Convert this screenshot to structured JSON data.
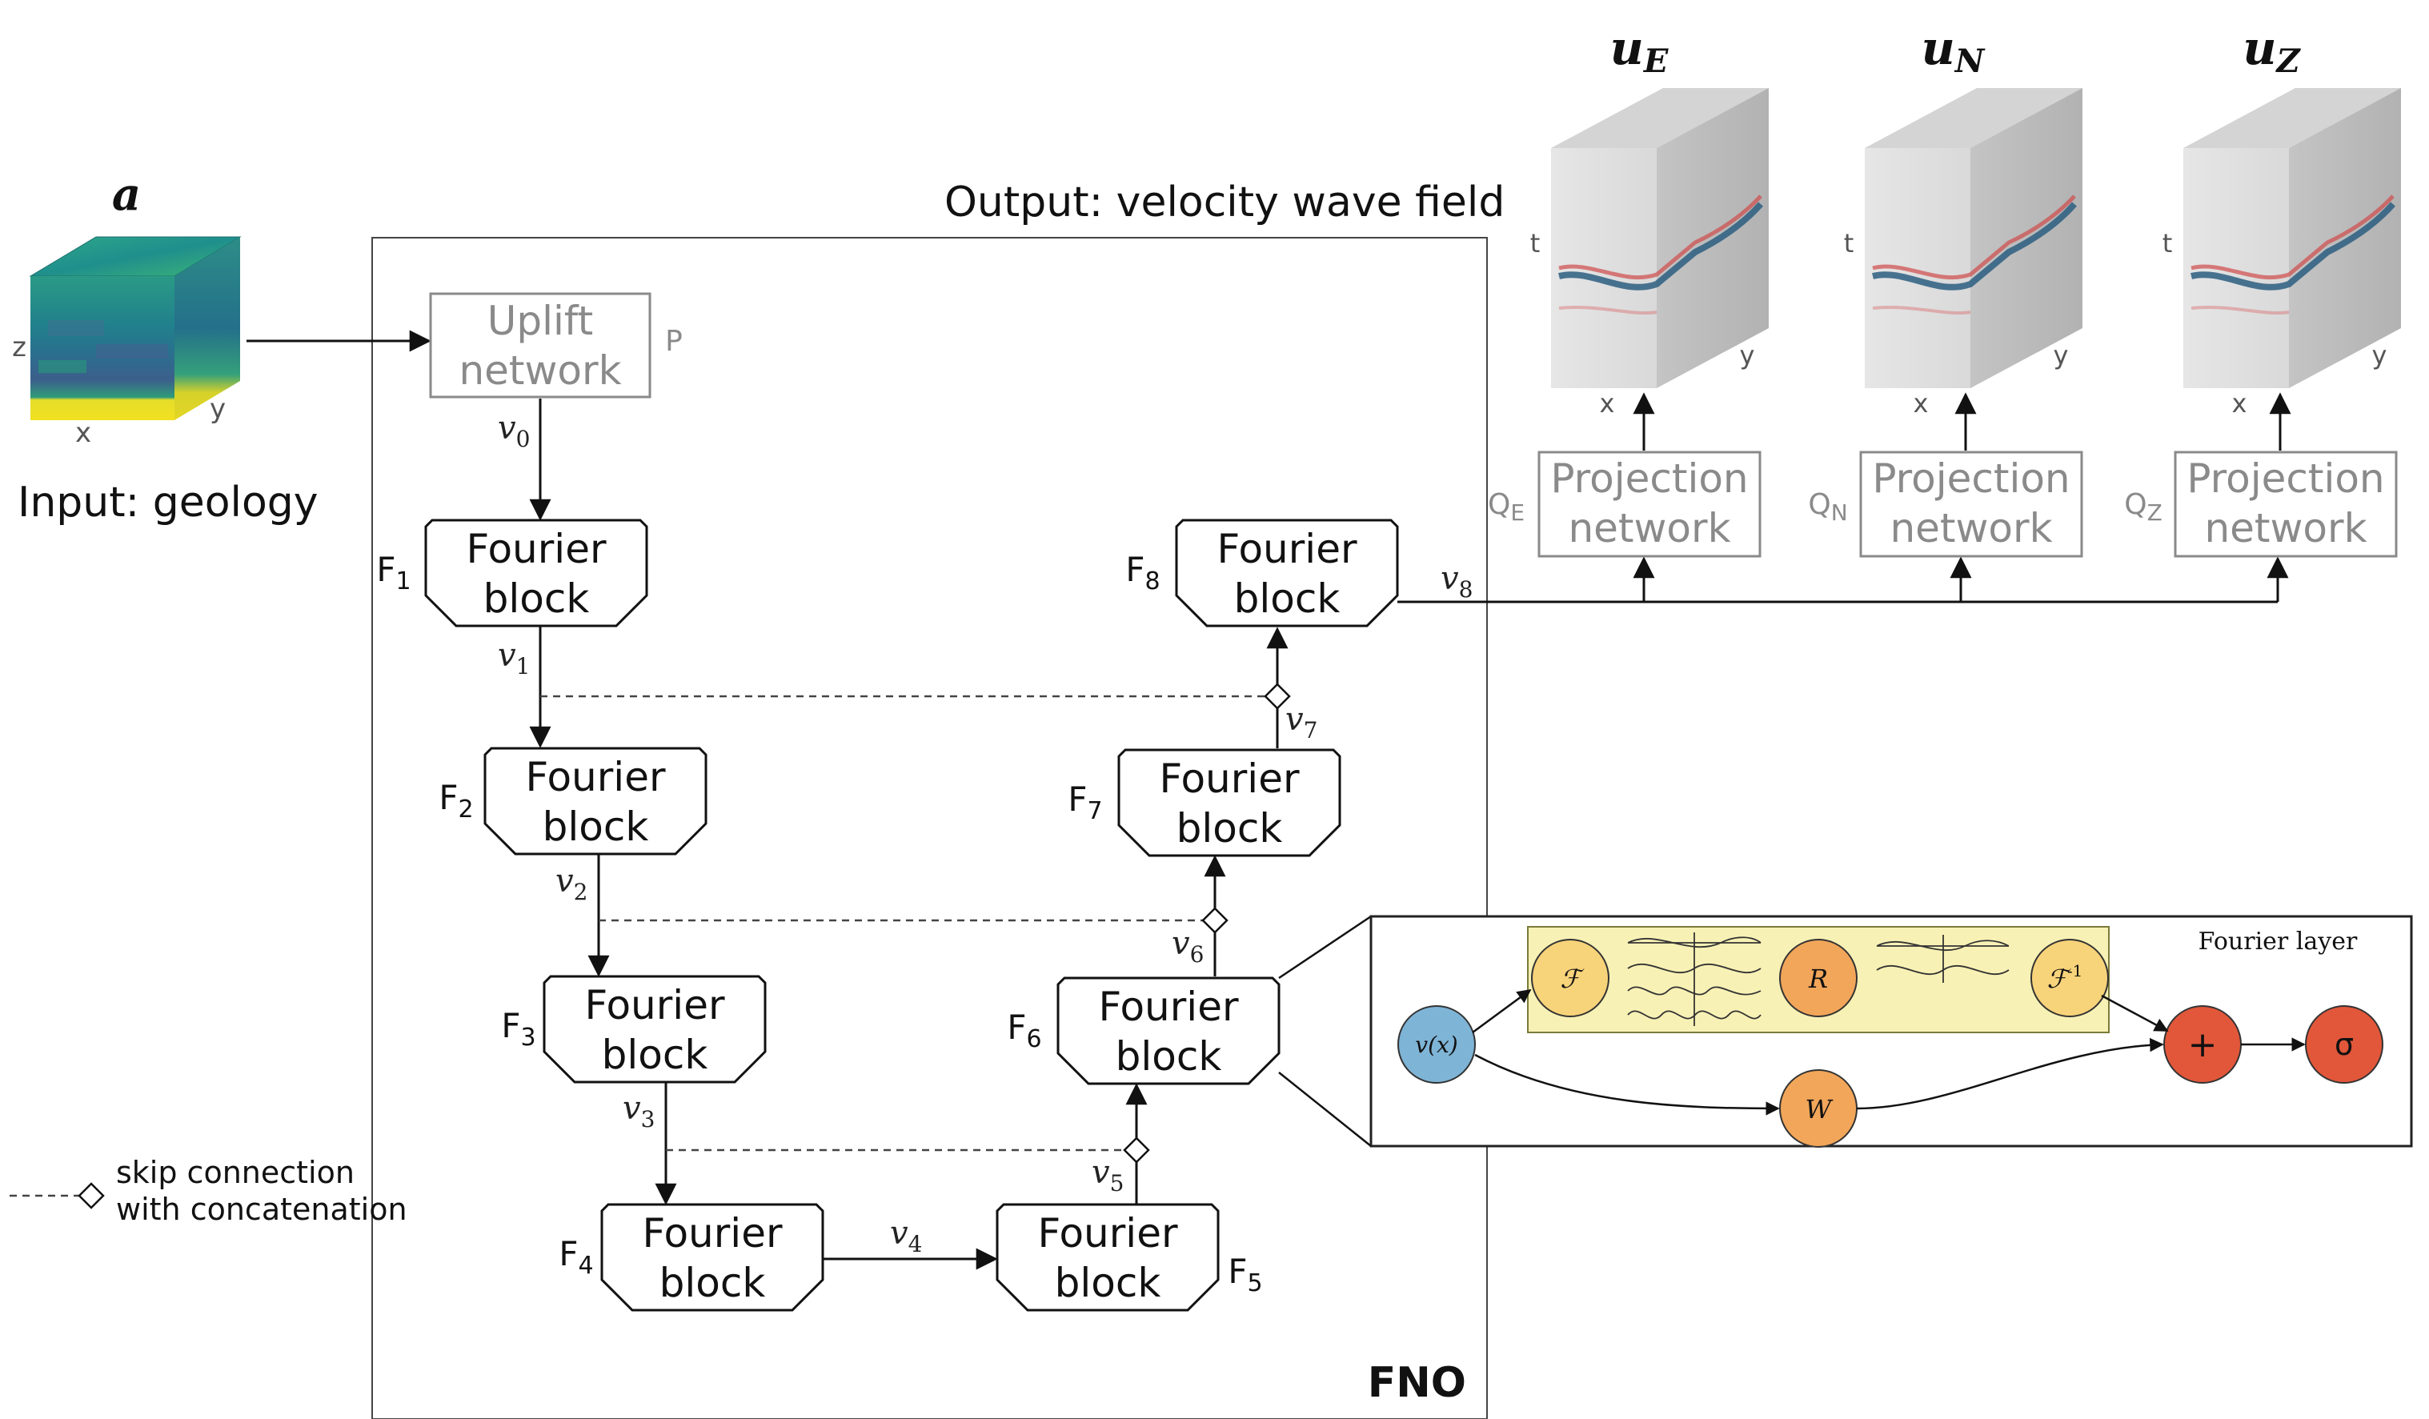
{
  "input": {
    "symbol": "a",
    "title": "Input: geology",
    "axes": {
      "z": "z",
      "x": "x",
      "y": "y"
    }
  },
  "output": {
    "title": "Output: velocity wave field",
    "components": [
      {
        "symbol": "u",
        "subscript": "E",
        "proj_label": "Q",
        "proj_sub": "E"
      },
      {
        "symbol": "u",
        "subscript": "N",
        "proj_label": "Q",
        "proj_sub": "N"
      },
      {
        "symbol": "u",
        "subscript": "Z",
        "proj_label": "Q",
        "proj_sub": "Z"
      }
    ],
    "cube_axes": {
      "t": "t",
      "x": "x",
      "y": "y"
    }
  },
  "uplift": {
    "line1": "Uplift",
    "line2": "network",
    "label": "P"
  },
  "projection": {
    "line1": "Projection",
    "line2": "network"
  },
  "fourier_block": {
    "line1": "Fourier",
    "line2": "block"
  },
  "blocks": [
    {
      "id": "F",
      "sub": "1"
    },
    {
      "id": "F",
      "sub": "2"
    },
    {
      "id": "F",
      "sub": "3"
    },
    {
      "id": "F",
      "sub": "4"
    },
    {
      "id": "F",
      "sub": "5"
    },
    {
      "id": "F",
      "sub": "6"
    },
    {
      "id": "F",
      "sub": "7"
    },
    {
      "id": "F",
      "sub": "8"
    }
  ],
  "edges": [
    {
      "v": "v",
      "sub": "0"
    },
    {
      "v": "v",
      "sub": "1"
    },
    {
      "v": "v",
      "sub": "2"
    },
    {
      "v": "v",
      "sub": "3"
    },
    {
      "v": "v",
      "sub": "4"
    },
    {
      "v": "v",
      "sub": "5"
    },
    {
      "v": "v",
      "sub": "6"
    },
    {
      "v": "v",
      "sub": "7"
    },
    {
      "v": "v",
      "sub": "8"
    }
  ],
  "legend": {
    "line1": "skip connection",
    "line2": "with concatenation"
  },
  "fno_label": "FNO",
  "fourier_layer": {
    "title": "Fourier layer",
    "input": "v(x)",
    "fft": "ℱ",
    "r": "R",
    "ifft": "ℱ",
    "ifft_sup": "-1",
    "w": "W",
    "plus": "+",
    "sigma": "σ"
  },
  "colors": {
    "line": "#111111",
    "gray": "#8a8a8a",
    "layer_highlight": "#f8f1b5",
    "node_orange": "#f2a65a",
    "node_yellow": "#f7d37a",
    "node_red": "#e2573a",
    "node_blue": "#7eb4d6"
  }
}
